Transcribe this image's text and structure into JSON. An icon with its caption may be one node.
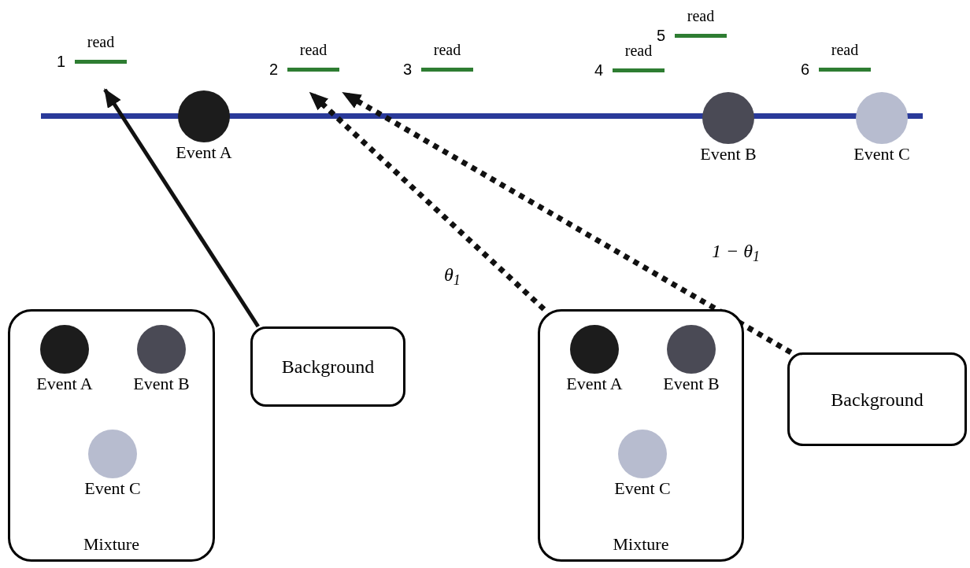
{
  "diagram": {
    "nodes": [
      {
        "text": [
          "read"
        ],
        "beside": [
          "1"
        ]
      },
      {
        "text": [
          "read"
        ],
        "beside": [
          "2"
        ]
      },
      {
        "text": [
          "read"
        ],
        "beside": [
          "3"
        ]
      },
      {
        "text": [
          "read"
        ],
        "beside": [
          "4"
        ]
      },
      {
        "text": [
          "read"
        ],
        "beside": [
          "5"
        ]
      },
      {
        "text": [
          "read"
        ],
        "beside": [
          "6"
        ]
      },
      {
        "text": [
          "Event A"
        ]
      },
      {
        "text": [
          "Event B"
        ]
      },
      {
        "text": [
          "Event C"
        ]
      },
      {
        "text": [
          "Mixture"
        ]
      },
      {
        "text": [
          "Event A"
        ],
        "in": 9
      },
      {
        "text": [
          "Event B"
        ],
        "in": 9
      },
      {
        "text": [
          "Event C"
        ],
        "in": 9
      },
      {
        "text": [
          "Background"
        ]
      },
      {
        "text": [
          "Mixture"
        ]
      },
      {
        "text": [
          "Event A"
        ],
        "in": 14
      },
      {
        "text": [
          "Event B"
        ],
        "in": 14
      },
      {
        "text": [
          "Event C"
        ],
        "in": 14
      },
      {
        "text": [
          "Background"
        ]
      }
    ],
    "edges": [
      {
        "from": 13,
        "to": 0,
        "arrow": "to"
      },
      {
        "from": 14,
        "to": 1,
        "arrow": "to",
        "style": "dashed",
        "label": "θ$_{1}$"
      },
      {
        "from": 18,
        "to": 1,
        "arrow": "to",
        "style": "dashed",
        "label": "1 − θ$_{1}$"
      }
    ]
  }
}
